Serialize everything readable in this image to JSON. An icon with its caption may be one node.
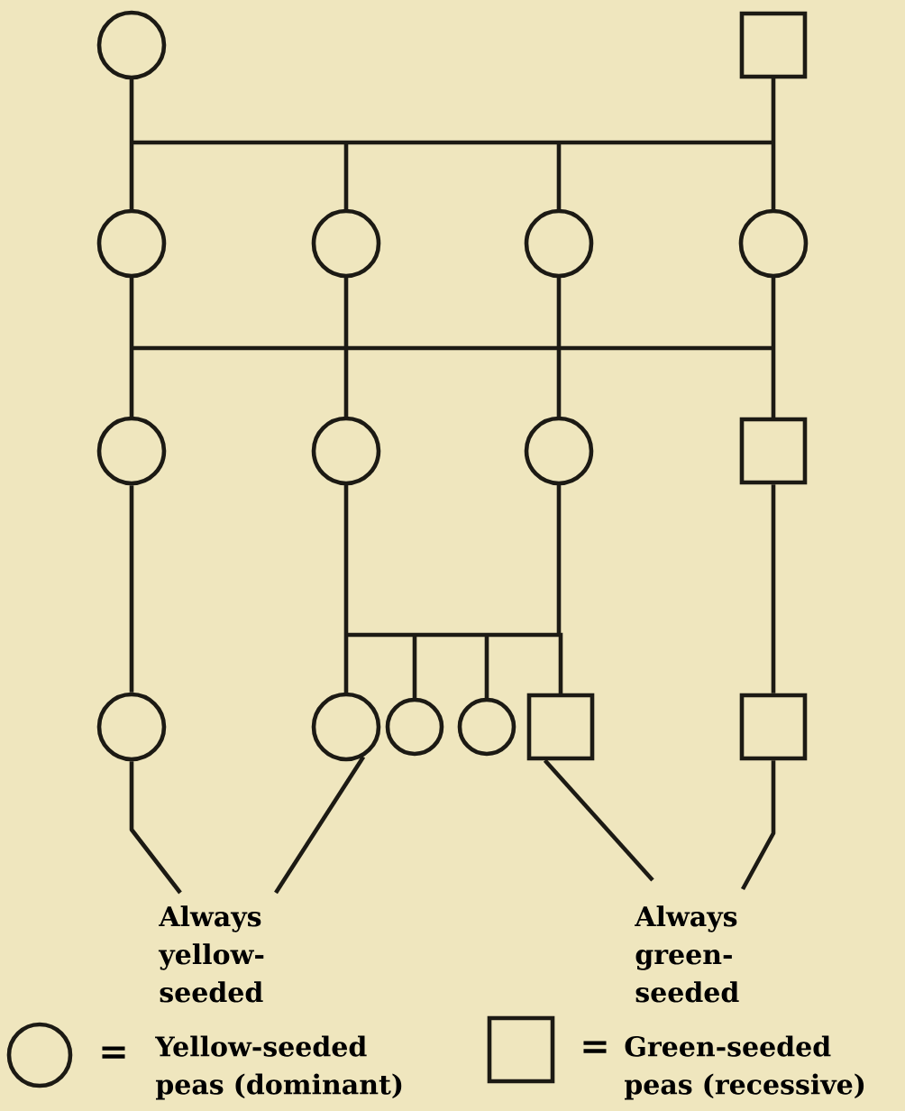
{
  "diagram": {
    "nodes": [
      {
        "text": [],
        "shape": "circle"
      },
      {
        "text": [],
        "shape": "box"
      },
      {
        "text": [],
        "shape": "circle"
      },
      {
        "text": [],
        "shape": "circle"
      },
      {
        "text": [],
        "shape": "circle"
      },
      {
        "text": [],
        "shape": "circle"
      },
      {
        "text": [],
        "shape": "circle"
      },
      {
        "text": [],
        "shape": "circle"
      },
      {
        "text": [],
        "shape": "circle"
      },
      {
        "text": [],
        "shape": "box"
      },
      {
        "text": [],
        "shape": "circle"
      },
      {
        "text": [],
        "shape": "circle"
      },
      {
        "text": [],
        "shape": "circle"
      },
      {
        "text": [],
        "shape": "circle"
      },
      {
        "text": [],
        "shape": "box"
      },
      {
        "text": [],
        "shape": "box"
      },
      {
        "text": [
          "Always yellow-seeded"
        ]
      },
      {
        "text": [
          "Always green-seeded"
        ]
      }
    ],
    "edges": [
      {
        "from": 0,
        "to": 2,
        "arrow": "none"
      },
      {
        "from": 0,
        "to": 3,
        "arrow": "none"
      },
      {
        "from": 0,
        "to": 4,
        "arrow": "none"
      },
      {
        "from": 0,
        "to": 5,
        "arrow": "none"
      },
      {
        "from": 1,
        "to": 2,
        "arrow": "none"
      },
      {
        "from": 1,
        "to": 3,
        "arrow": "none"
      },
      {
        "from": 1,
        "to": 4,
        "arrow": "none"
      },
      {
        "from": 1,
        "to": 5,
        "arrow": "none"
      },
      {
        "from": 2,
        "to": 6,
        "arrow": "none"
      },
      {
        "from": 2,
        "to": 7,
        "arrow": "none"
      },
      {
        "from": 2,
        "to": 8,
        "arrow": "none"
      },
      {
        "from": 2,
        "to": 9,
        "arrow": "none"
      },
      {
        "from": 3,
        "to": 6,
        "arrow": "none"
      },
      {
        "from": 3,
        "to": 7,
        "arrow": "none"
      },
      {
        "from": 3,
        "to": 8,
        "arrow": "none"
      },
      {
        "from": 3,
        "to": 9,
        "arrow": "none"
      },
      {
        "from": 4,
        "to": 6,
        "arrow": "none"
      },
      {
        "from": 4,
        "to": 7,
        "arrow": "none"
      },
      {
        "from": 4,
        "to": 8,
        "arrow": "none"
      },
      {
        "from": 4,
        "to": 9,
        "arrow": "none"
      },
      {
        "from": 5,
        "to": 6,
        "arrow": "none"
      },
      {
        "from": 5,
        "to": 7,
        "arrow": "none"
      },
      {
        "from": 5,
        "to": 8,
        "arrow": "none"
      },
      {
        "from": 5,
        "to": 9,
        "arrow": "none"
      },
      {
        "from": 6,
        "to": 10,
        "arrow": "none"
      },
      {
        "from": 7,
        "to": 11,
        "arrow": "none"
      },
      {
        "from": 7,
        "to": 12,
        "arrow": "none"
      },
      {
        "from": 7,
        "to": 13,
        "arrow": "none"
      },
      {
        "from": 7,
        "to": 14,
        "arrow": "none"
      },
      {
        "from": 8,
        "to": 11,
        "arrow": "none"
      },
      {
        "from": 8,
        "to": 12,
        "arrow": "none"
      },
      {
        "from": 8,
        "to": 13,
        "arrow": "none"
      },
      {
        "from": 8,
        "to": 14,
        "arrow": "none"
      },
      {
        "from": 9,
        "to": 15,
        "arrow": "none"
      },
      {
        "from": 10,
        "to": 16,
        "arrow": "none"
      },
      {
        "from": 11,
        "to": 16,
        "arrow": "none"
      },
      {
        "from": 14,
        "to": 17,
        "arrow": "none"
      },
      {
        "from": 15,
        "to": 17,
        "arrow": "none"
      }
    ],
    "labels": [
      "=",
      "="
    ],
    "legend": [
      {
        "text": "Yellow-seeded peas (dominant)"
      },
      {
        "text": "Green-seeded peas (recessive)"
      }
    ]
  }
}
